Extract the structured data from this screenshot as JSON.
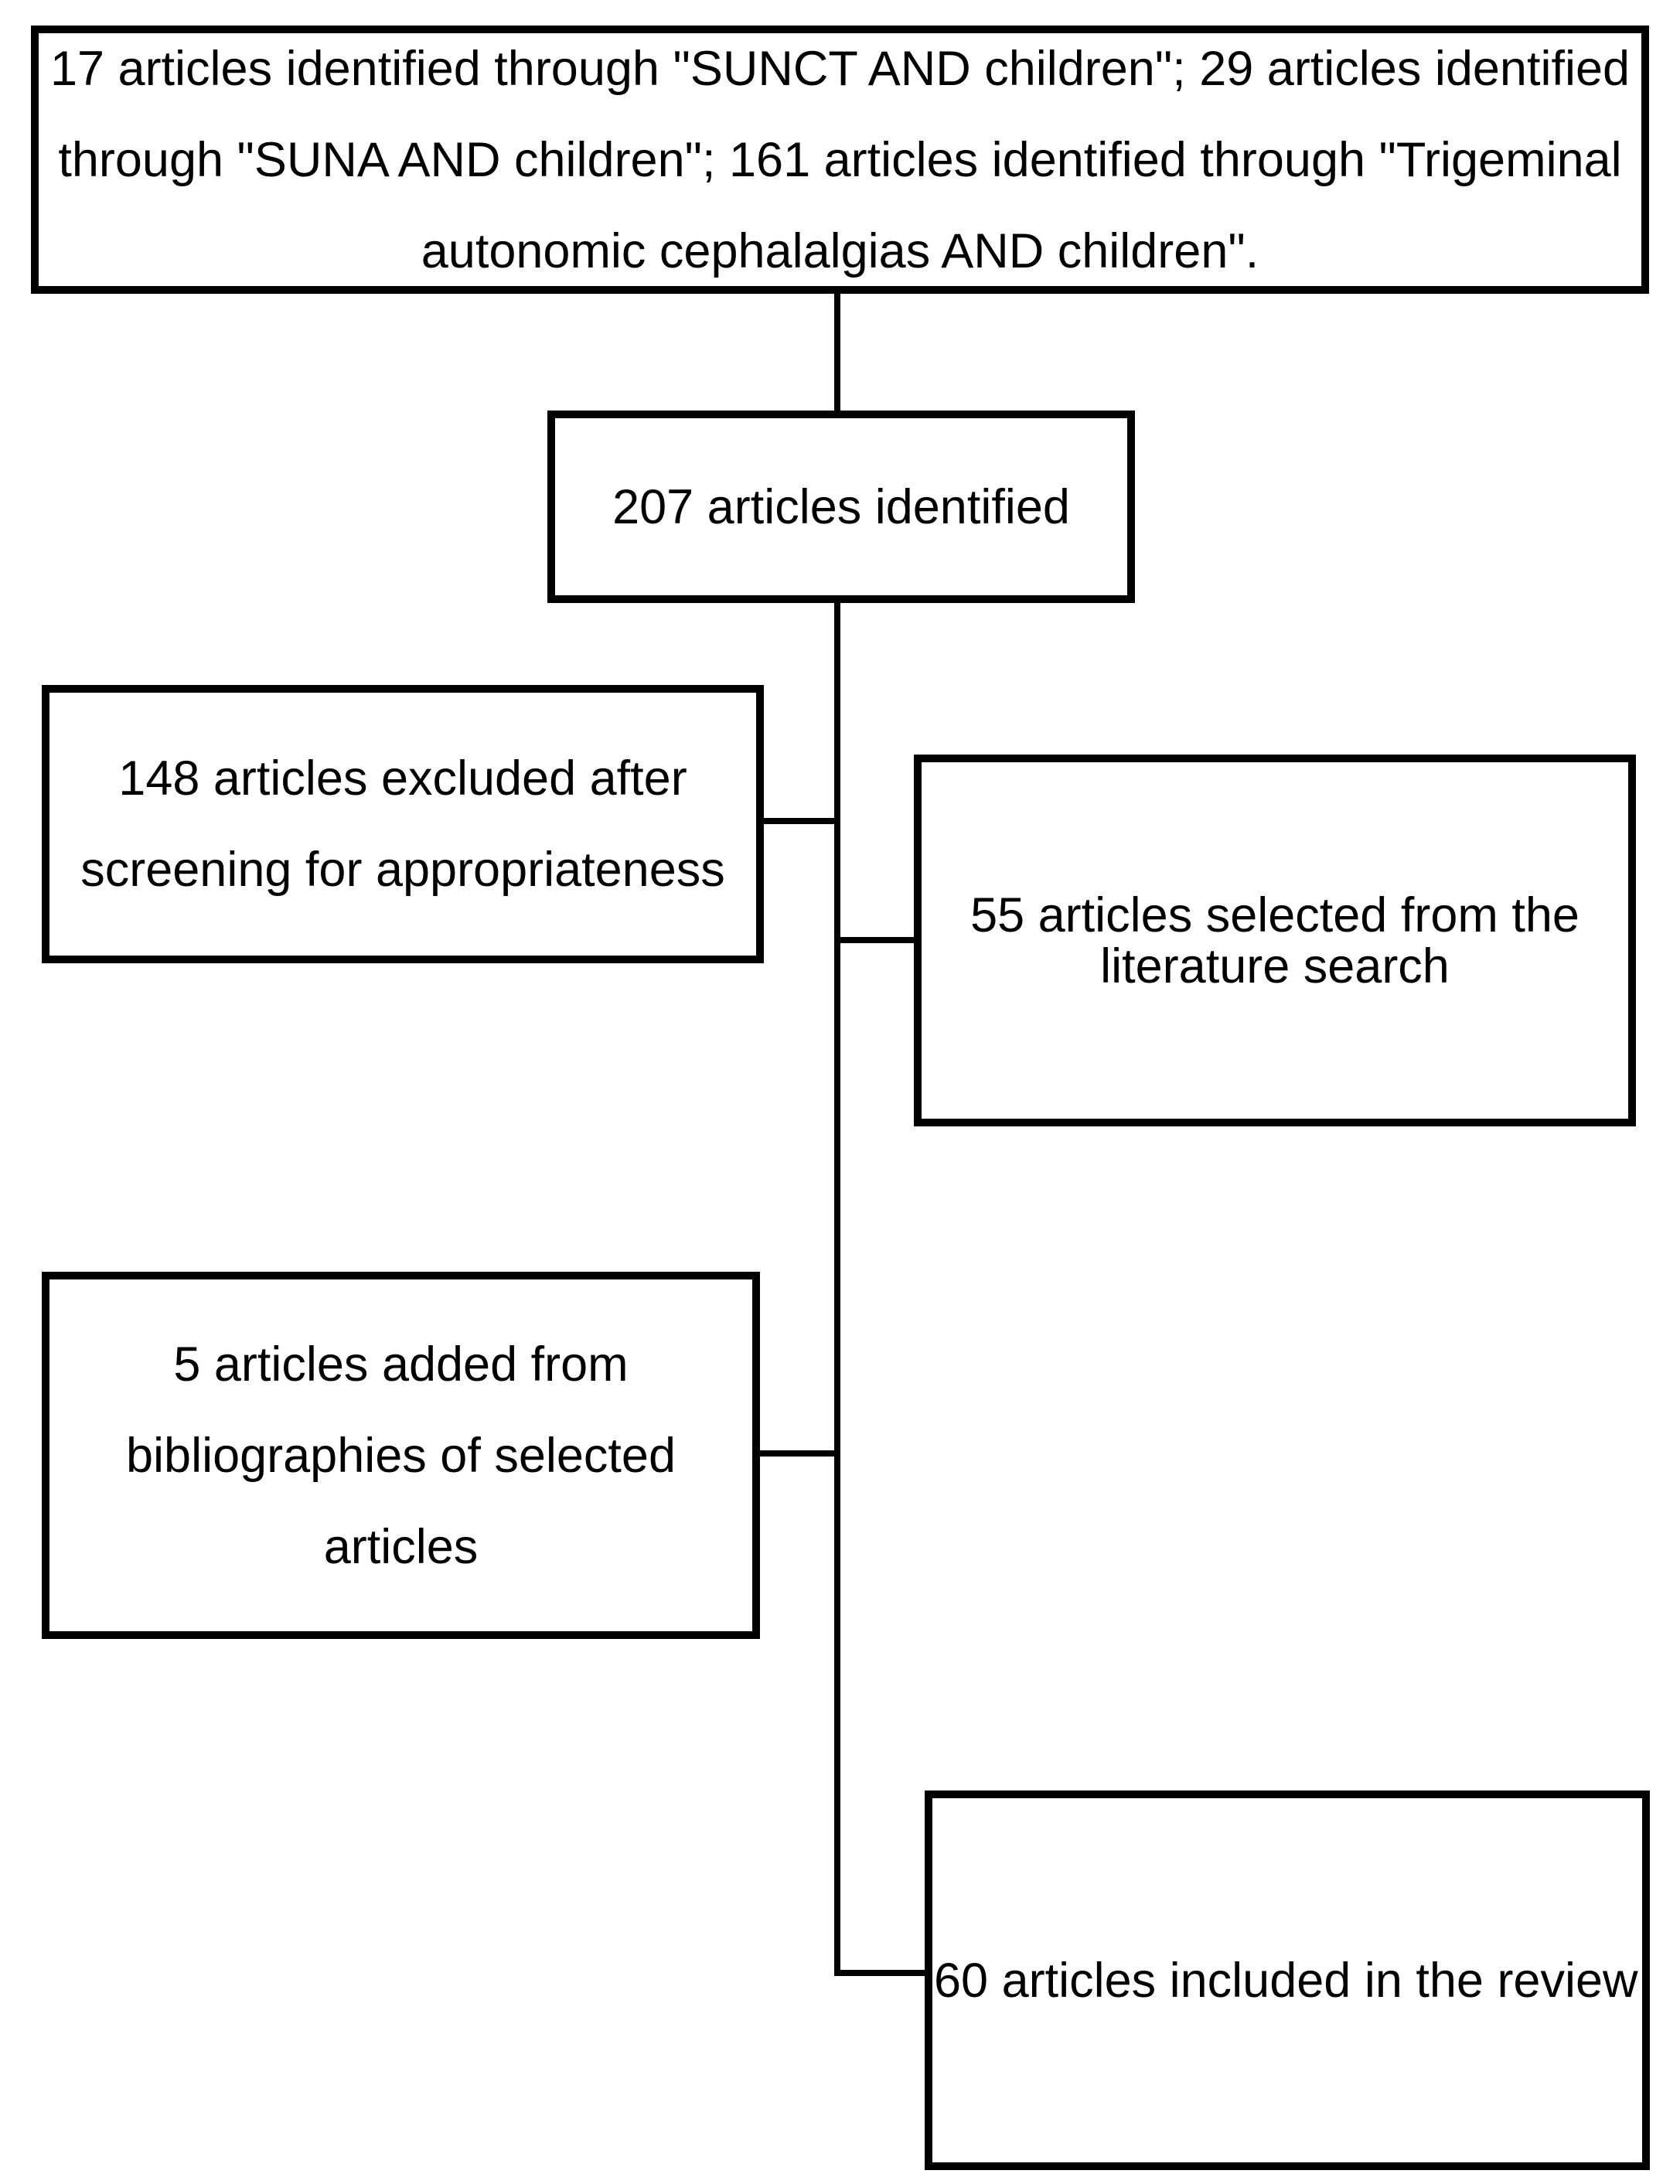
{
  "diagram": {
    "title": "Literature search flow diagram",
    "colors": {
      "background": "#ffffff",
      "box_fill": "#ffffff",
      "border": "#000000",
      "text": "#000000"
    },
    "boxes": {
      "keywords": {
        "lines": [
          "17 articles identified through \"SUNCT AND children\"; 29 articles identified",
          "through \"SUNA AND children\"; 161 articles identified through \"Trigeminal",
          "autonomic cephalalgias AND children\"."
        ]
      },
      "total": {
        "text": "207 articles identified"
      },
      "excluded": {
        "lines": [
          "148 articles excluded after",
          "screening for appropriateness"
        ]
      },
      "selected": {
        "lines": [
          "55 articles selected from the",
          "literature search"
        ]
      },
      "biblio": {
        "lines": [
          "5 articles added from",
          "bibliographies of selected",
          "articles"
        ]
      },
      "included": {
        "text": "60 articles included in the review"
      }
    }
  }
}
